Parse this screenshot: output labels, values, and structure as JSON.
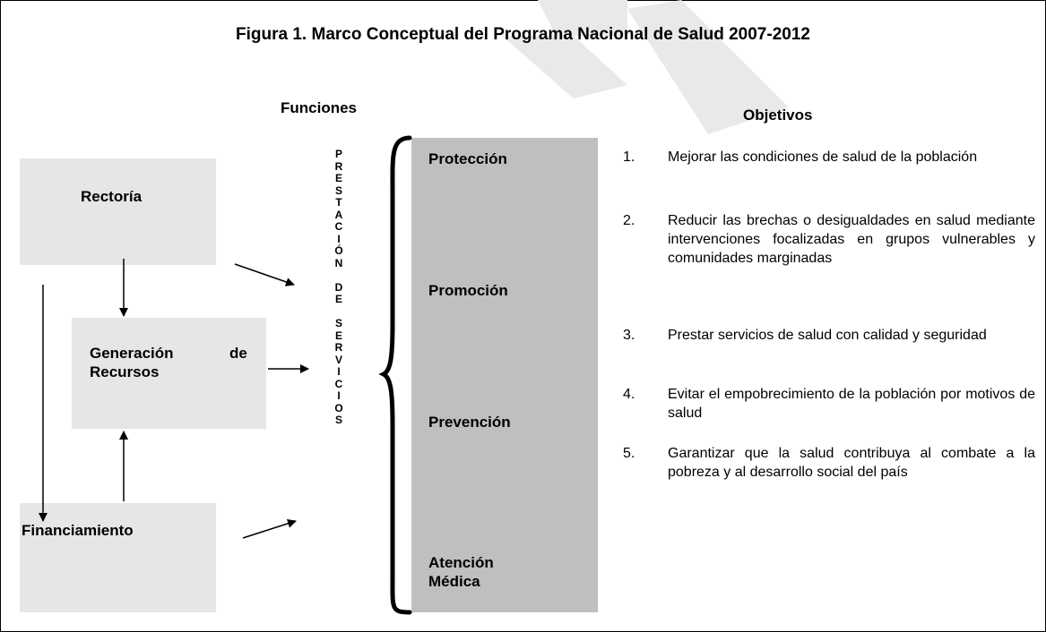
{
  "title": "Figura 1. Marco Conceptual del Programa Nacional de Salud 2007-2012",
  "headers": {
    "funciones": "Funciones",
    "objetivos": "Objetivos"
  },
  "functions": {
    "rectoria": "Rectoría",
    "generacion_word1": "Generación",
    "generacion_word2": "de",
    "generacion_line2": "Recursos",
    "financiamiento": "Financiamiento"
  },
  "vertical_text": [
    "P",
    "R",
    "E",
    "S",
    "T",
    "A",
    "C",
    "I",
    "Ó",
    "N",
    "",
    "D",
    "E",
    "",
    "S",
    "E",
    "R",
    "V",
    "I",
    "C",
    "I",
    "O",
    "S"
  ],
  "service_column": {
    "proteccion": "Protección",
    "promocion": "Promoción",
    "prevencion": "Prevención",
    "atencion_line1": "Atención",
    "atencion_line2": "Médica"
  },
  "objectives": [
    {
      "num": "1.",
      "text": "Mejorar las condiciones de salud de la población"
    },
    {
      "num": "2.",
      "text": "Reducir las brechas o desigualdades en salud mediante intervenciones focalizadas en grupos vulnerables y comunidades marginadas"
    },
    {
      "num": "3.",
      "text": "Prestar servicios de salud con calidad y seguridad"
    },
    {
      "num": "4.",
      "text": "Evitar el empobrecimiento de la población por motivos de salud"
    },
    {
      "num": "5.",
      "text": "Garantizar que la salud contribuya al combate a la pobreza y al desarrollo social del país"
    }
  ]
}
